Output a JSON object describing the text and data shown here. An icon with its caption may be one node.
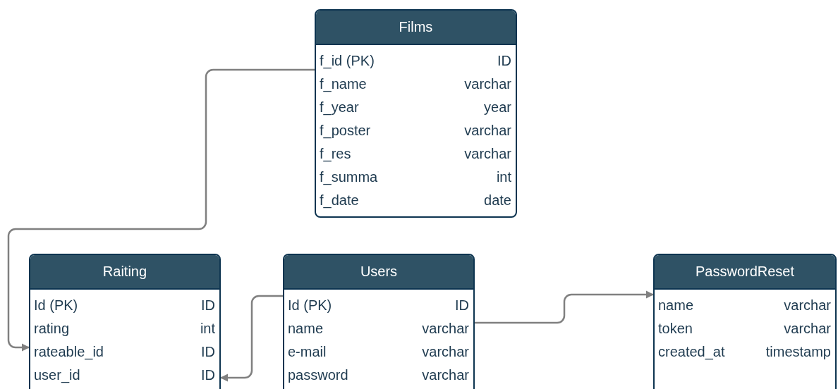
{
  "diagram": {
    "nodes": [
      {
        "text": [
          "Films"
        ]
      },
      {
        "text": [
          "f_id (PK)",
          "ID"
        ],
        "in": 0
      },
      {
        "text": [
          "f_name",
          "varchar"
        ],
        "in": 0
      },
      {
        "text": [
          "f_year",
          "year"
        ],
        "in": 0
      },
      {
        "text": [
          "f_poster",
          "varchar"
        ],
        "in": 0
      },
      {
        "text": [
          "f_res",
          "varchar"
        ],
        "in": 0
      },
      {
        "text": [
          "f_summa",
          "int"
        ],
        "in": 0
      },
      {
        "text": [
          "f_date",
          "date"
        ],
        "in": 0
      },
      {
        "text": [
          "Raiting"
        ]
      },
      {
        "text": [
          "Id (PK)",
          "ID"
        ],
        "in": 8
      },
      {
        "text": [
          "rating",
          "int"
        ],
        "in": 8
      },
      {
        "text": [
          "rateable_id",
          "ID"
        ],
        "in": 8
      },
      {
        "text": [
          "user_id",
          "ID"
        ],
        "in": 8
      },
      {
        "text": [
          "Users"
        ]
      },
      {
        "text": [
          "Id (PK)",
          "ID"
        ],
        "in": 13
      },
      {
        "text": [
          "name",
          "varchar"
        ],
        "in": 13
      },
      {
        "text": [
          "e-mail",
          "varchar"
        ],
        "in": 13
      },
      {
        "text": [
          "password",
          "varchar"
        ],
        "in": 13
      },
      {
        "text": [
          "PasswordReset"
        ]
      },
      {
        "text": [
          "name",
          "varchar"
        ],
        "in": 18
      },
      {
        "text": [
          "token",
          "varchar"
        ],
        "in": 18
      },
      {
        "text": [
          "created_at",
          "timestamp"
        ],
        "in": 18
      }
    ],
    "edges": [
      {
        "from": 1,
        "to": 11,
        "arrow": "to"
      },
      {
        "from": 14,
        "to": 12,
        "arrow": "to"
      },
      {
        "from": 15,
        "to": 18,
        "arrow": "to"
      }
    ]
  }
}
